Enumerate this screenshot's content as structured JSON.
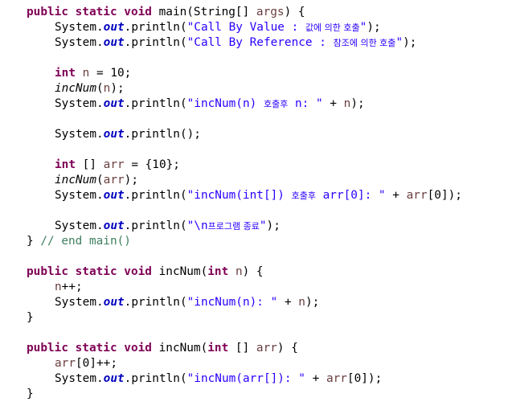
{
  "code": {
    "main_sig": {
      "kw": "public static void",
      "name": " main(String[] ",
      "param": "args",
      "tail": ") {"
    },
    "println_cbv": {
      "obj": "System.",
      "field": "out",
      "call": ".println(",
      "str": "\"Call By Value : ",
      "str_ko": "값에 의한 호출",
      "str_end": "\"",
      "tail": ");"
    },
    "println_cbr": {
      "obj": "System.",
      "field": "out",
      "call": ".println(",
      "str": "\"Call By Reference : ",
      "str_ko": "참조에 의한 호출",
      "str_end": "\"",
      "tail": ");"
    },
    "decl_n": {
      "kw": "int",
      "sp": " ",
      "var": "n",
      "tail": " = 10;"
    },
    "call_incnum_n": {
      "method": "incNum",
      "open": "(",
      "var": "n",
      "tail": ");"
    },
    "println_n": {
      "obj": "System.",
      "field": "out",
      "call": ".println(",
      "str": "\"incNum(n) ",
      "str_ko": "호출후",
      "str_end": " n: \"",
      "plus": " + ",
      "var": "n",
      "tail": ");"
    },
    "println_empty": {
      "obj": "System.",
      "field": "out",
      "tail": ".println();"
    },
    "decl_arr": {
      "kw": "int",
      "mid": " [] ",
      "var": "arr",
      "tail": " = {10};"
    },
    "call_incnum_arr": {
      "method": "incNum",
      "open": "(",
      "var": "arr",
      "tail": ");"
    },
    "println_arr": {
      "obj": "System.",
      "field": "out",
      "call": ".println(",
      "str": "\"incNum(int[]) ",
      "str_ko": "호출후",
      "str_end": " arr[0]: \"",
      "plus": " + ",
      "var": "arr",
      "tail": "[0]);"
    },
    "println_end": {
      "obj": "System.",
      "field": "out",
      "call": ".println(",
      "str": "\"\\n",
      "str_ko": "프로그램 종료",
      "str_end": "\"",
      "tail": ");"
    },
    "main_close": {
      "brace": "} ",
      "comment": "// end main()"
    },
    "incnum_int_sig": {
      "kw": "public static void",
      "name": " incNum(",
      "kw2": "int",
      "sp": " ",
      "param": "n",
      "tail": ") {"
    },
    "incnum_int_body1": {
      "var": "n",
      "tail": "++;"
    },
    "incnum_int_body2": {
      "obj": "System.",
      "field": "out",
      "call": ".println(",
      "str": "\"incNum(n): \"",
      "plus": " + ",
      "var": "n",
      "tail": ");"
    },
    "close_brace": "}",
    "incnum_arr_sig": {
      "kw": "public static void",
      "name": " incNum(",
      "kw2": "int",
      "mid": " [] ",
      "param": "arr",
      "tail": ") {"
    },
    "incnum_arr_body1": {
      "var": "arr",
      "tail": "[0]++;"
    },
    "incnum_arr_body2": {
      "obj": "System.",
      "field": "out",
      "call": ".println(",
      "str": "\"incNum(arr[]): \"",
      "plus": " + ",
      "var": "arr",
      "tail": "[0]);"
    }
  },
  "colors": {
    "keyword": "#7f0055",
    "static_field": "#0000c0",
    "string": "#2a00ff",
    "local_variable": "#6a3e3e",
    "comment": "#3f7f5f",
    "default_text": "#000000",
    "background": "#ffffff"
  }
}
